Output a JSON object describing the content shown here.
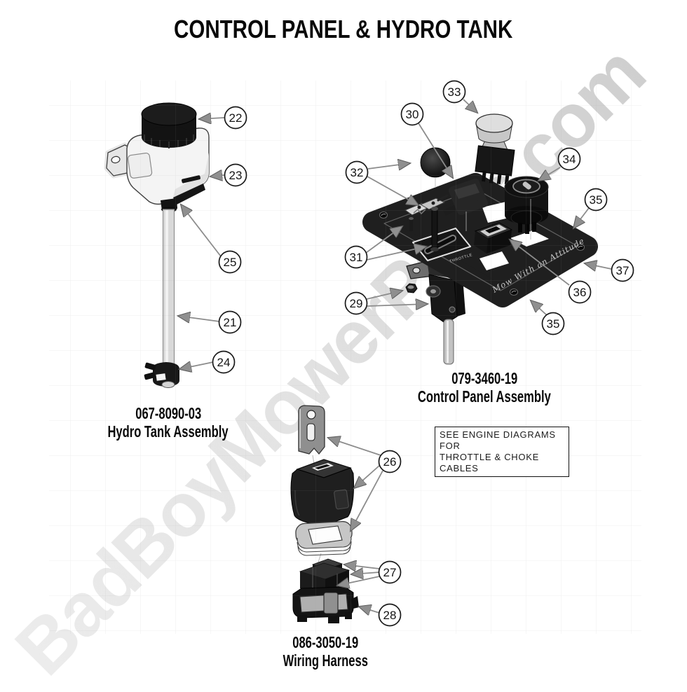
{
  "title": "CONTROL PANEL & HYDRO TANK",
  "watermark": "BadBoyMowerParts.com",
  "note": {
    "line1": "SEE ENGINE DIAGRAMS FOR",
    "line2": "THROTTLE & CHOKE CABLES"
  },
  "assemblies": {
    "hydro_tank": {
      "part_number": "067-8090-03",
      "label": "Hydro Tank Assembly"
    },
    "control_panel": {
      "part_number": "079-3460-19",
      "label": "Control Panel Assembly"
    },
    "wiring_harness": {
      "part_number": "086-3050-19",
      "label": "Wiring Harness"
    }
  },
  "panel_engraving": {
    "script": "Mow With an Attitude",
    "throttle": "THROTTLE"
  },
  "callouts": {
    "c21": "21",
    "c22": "22",
    "c23": "23",
    "c24": "24",
    "c25": "25",
    "c26": "26",
    "c27": "27",
    "c28": "28",
    "c29": "29",
    "c30": "30",
    "c31": "31",
    "c32": "32",
    "c33": "33",
    "c34": "34",
    "c35": "35",
    "c36": "36",
    "c37": "37"
  },
  "colors": {
    "background": "#ffffff",
    "line_art_dark": "#1a1a1a",
    "arrow_gray": "#8c8c8c",
    "watermark_gray": "#dedede"
  }
}
